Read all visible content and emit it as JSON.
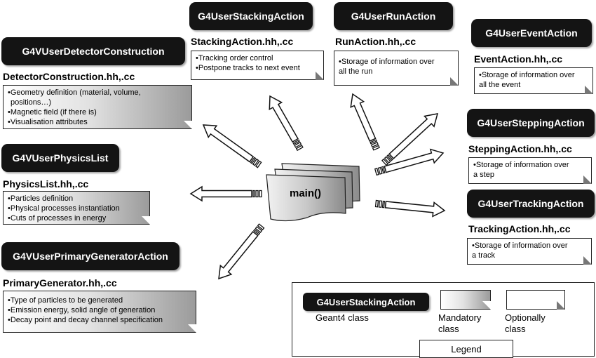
{
  "main": {
    "label": "main()"
  },
  "classes": {
    "detector": {
      "class_name": "G4VUserDetectorConstruction",
      "file": "DetectorConstruction.hh,.cc",
      "lines": [
        "•Geometry definition (material, volume,",
        "  positions…)",
        "•Magnetic field (if there is)",
        "•Visualisation attributes"
      ]
    },
    "physics": {
      "class_name": "G4VUserPhysicsList",
      "file": "PhysicsList.hh,.cc",
      "lines": [
        "•Particles definition",
        "•Physical processes instantiation",
        "•Cuts of processes in energy"
      ]
    },
    "primary": {
      "class_name": "G4VUserPrimaryGeneratorAction",
      "file": "PrimaryGenerator.hh,.cc",
      "lines": [
        "•Type of particles to be generated",
        "•Emission energy, solid angle of generation",
        "•Decay point and decay channel specification"
      ]
    },
    "stacking": {
      "class_name": "G4UserStackingAction",
      "file": "StackingAction.hh,.cc",
      "lines": [
        "•Tracking order control",
        "•Postpone tracks to next event"
      ]
    },
    "run": {
      "class_name": "G4UserRunAction",
      "file": "RunAction.hh,.cc",
      "lines": [
        "•Storage of information over",
        "all the run"
      ]
    },
    "event": {
      "class_name": "G4UserEventAction",
      "file": "EventAction.hh,.cc",
      "lines": [
        "•Storage of information over",
        "all the event"
      ]
    },
    "stepping": {
      "class_name": "G4UserSteppingAction",
      "file": "SteppingAction.hh,.cc",
      "lines": [
        "•Storage of information over",
        "a step"
      ]
    },
    "tracking": {
      "class_name": "G4UserTrackingAction",
      "file": "TrackingAction.hh,.cc",
      "lines": [
        "•Storage of information over",
        "a track"
      ]
    }
  },
  "legend": {
    "title": "Legend",
    "class_example": "G4UserStackingAction",
    "class_caption": "Geant4 class",
    "mandatory_caption": [
      "Mandatory",
      "class"
    ],
    "optional_caption": [
      "Optionally",
      "class"
    ]
  }
}
